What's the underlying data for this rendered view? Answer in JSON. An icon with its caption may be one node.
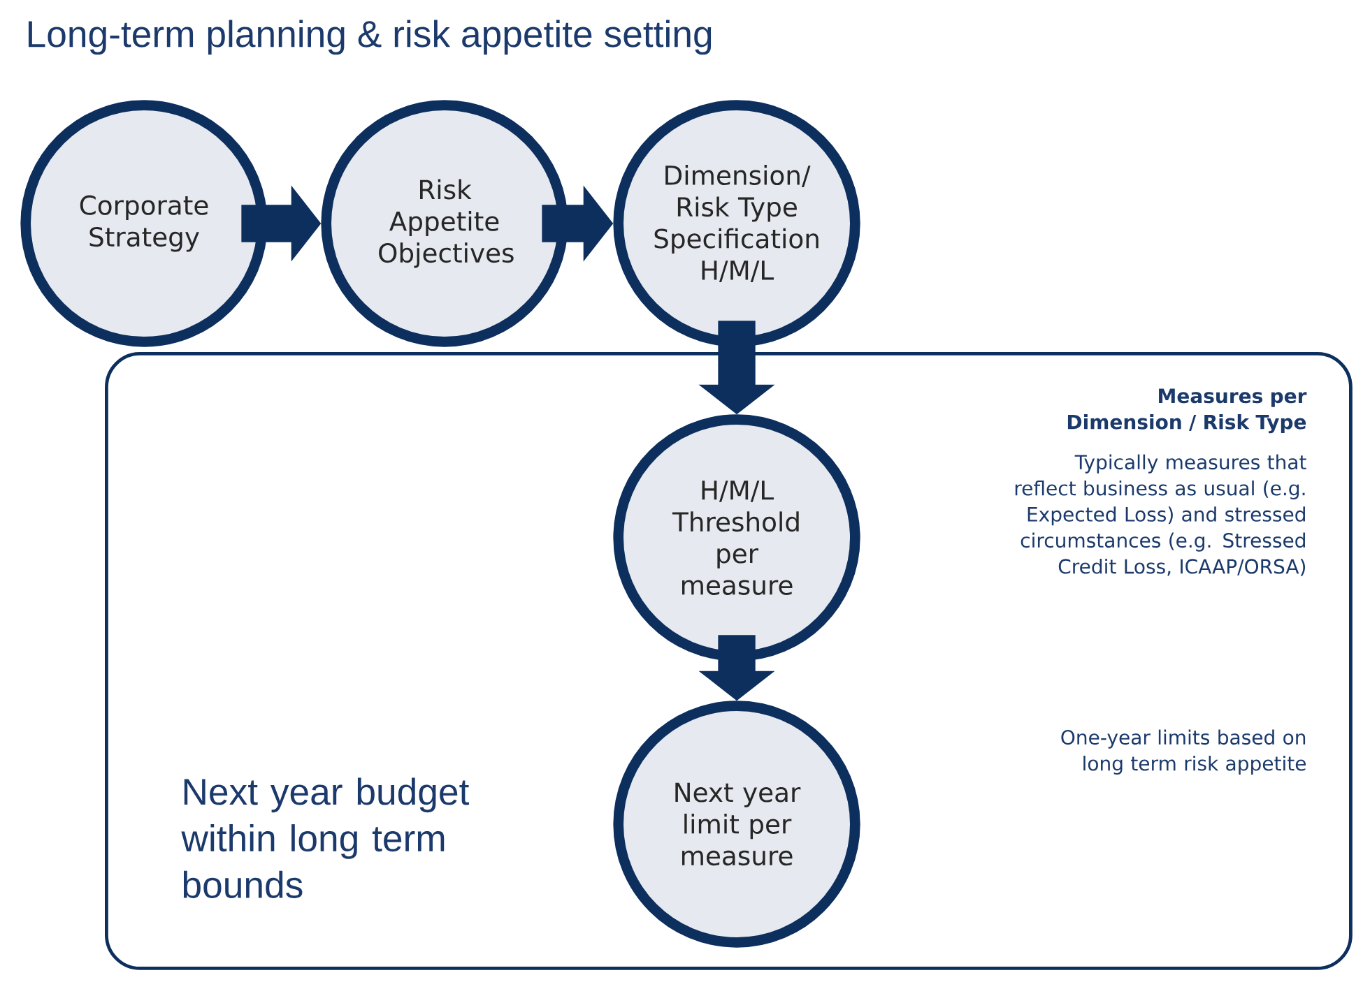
{
  "diagram": {
    "title": "Long-term planning & risk appetite setting",
    "nodes": [
      {
        "text": [
          "Corporate Strategy"
        ]
      },
      {
        "text": [
          "Risk Appetite Objectives"
        ]
      },
      {
        "text": [
          "Dimension/ Risk Type Specification H/M/L"
        ]
      },
      {
        "text": [
          "Next year budget within long term bounds"
        ]
      },
      {
        "text": [
          "H/M/L Threshold per measure"
        ],
        "in": 3
      },
      {
        "text": [
          "Next year limit per measure"
        ],
        "in": 3
      }
    ],
    "edges": [
      {
        "from": 0,
        "to": 1,
        "arrow": "to"
      },
      {
        "from": 1,
        "to": 2,
        "arrow": "to"
      },
      {
        "from": 2,
        "to": 4,
        "arrow": "to"
      },
      {
        "from": 4,
        "to": 5,
        "arrow": "to"
      }
    ],
    "labels": [
      "Measures per Dimension / Risk Type",
      "Typically measures that reflect business as usual (e.g. Expected Loss) and stressed circumstances (e.g. Stressed Credit Loss, ICAAP/ORSA)",
      "One-year limits based on long term risk appetite"
    ]
  }
}
